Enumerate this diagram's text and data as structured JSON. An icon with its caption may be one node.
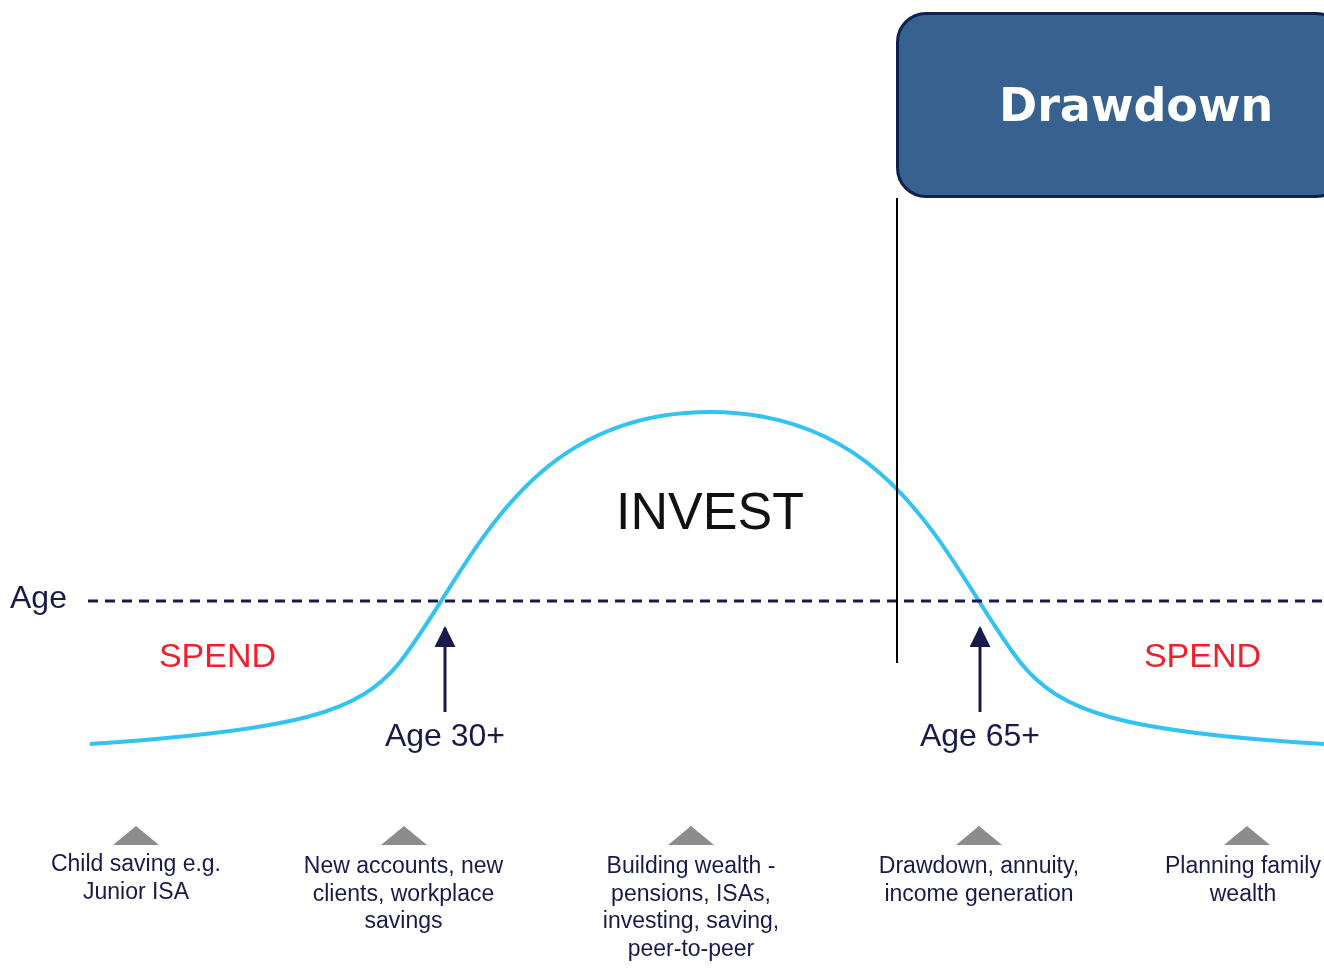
{
  "diagram": {
    "nodes": [
      {
        "text": [
          "Drawdown"
        ]
      },
      {
        "text": [
          "Age 30+"
        ]
      },
      {
        "text": [
          "Age 65+"
        ]
      }
    ],
    "edges": [
      {
        "from": 0,
        "to": null,
        "arrow": "none"
      },
      {
        "from": 1,
        "to": null,
        "arrow": "to"
      },
      {
        "from": 2,
        "to": null,
        "arrow": "to"
      }
    ],
    "labels": [
      "INVEST",
      "Age",
      "SPEND",
      "SPEND",
      "Child saving e.g. Junior ISA",
      "New accounts, new clients, workplace savings",
      "Building wealth - pensions, ISAs, investing, saving, peer-to-peer",
      "Drawdown, annuity, income generation",
      "Planning family wealth"
    ]
  }
}
